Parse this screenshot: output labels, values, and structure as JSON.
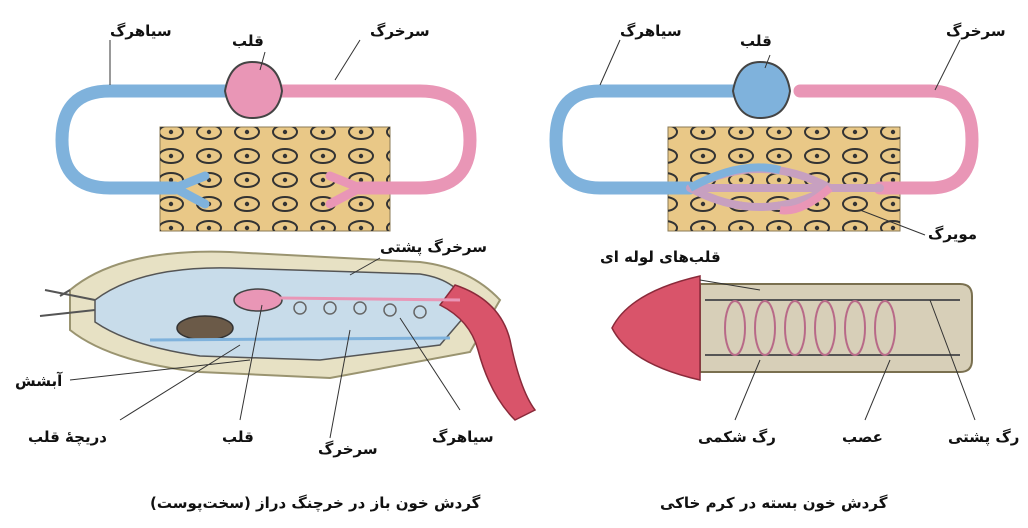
{
  "colors": {
    "vein": "#7fb2dc",
    "artery": "#e996b6",
    "tissue": "#e9c887",
    "cell_ring": "#333333",
    "shrimp_body": "#c8dcea",
    "shrimp_tail": "#d9546a",
    "worm_head": "#d9546a",
    "worm_body": "#d7cfb8",
    "outline": "#555555"
  },
  "left_panel": {
    "labels": {
      "vein": "سیاهرگ",
      "heart": "قلب",
      "artery": "سرخرگ",
      "dorsal_artery": "سرخرگ پشتی",
      "gill": "آبشش",
      "heart_valve": "دریچهٔ قلب",
      "heart_bottom": "قلب",
      "artery_bottom": "سرخرگ",
      "vein_bottom": "سیاهرگ"
    },
    "caption": "گردش خون باز در خرچنگ دراز (سخت‌پوست)"
  },
  "right_panel": {
    "labels": {
      "vein": "سیاهرگ",
      "heart": "قلب",
      "artery": "سرخرگ",
      "capillary": "مویرگ",
      "tubular_hearts": "قلب‌های لوله ای",
      "ventral_vessel": "رگ شکمی",
      "nerve": "عصب",
      "dorsal_vessel": "رگ پشتی"
    },
    "caption": "گردش خون بسته در کرم خاکی"
  }
}
